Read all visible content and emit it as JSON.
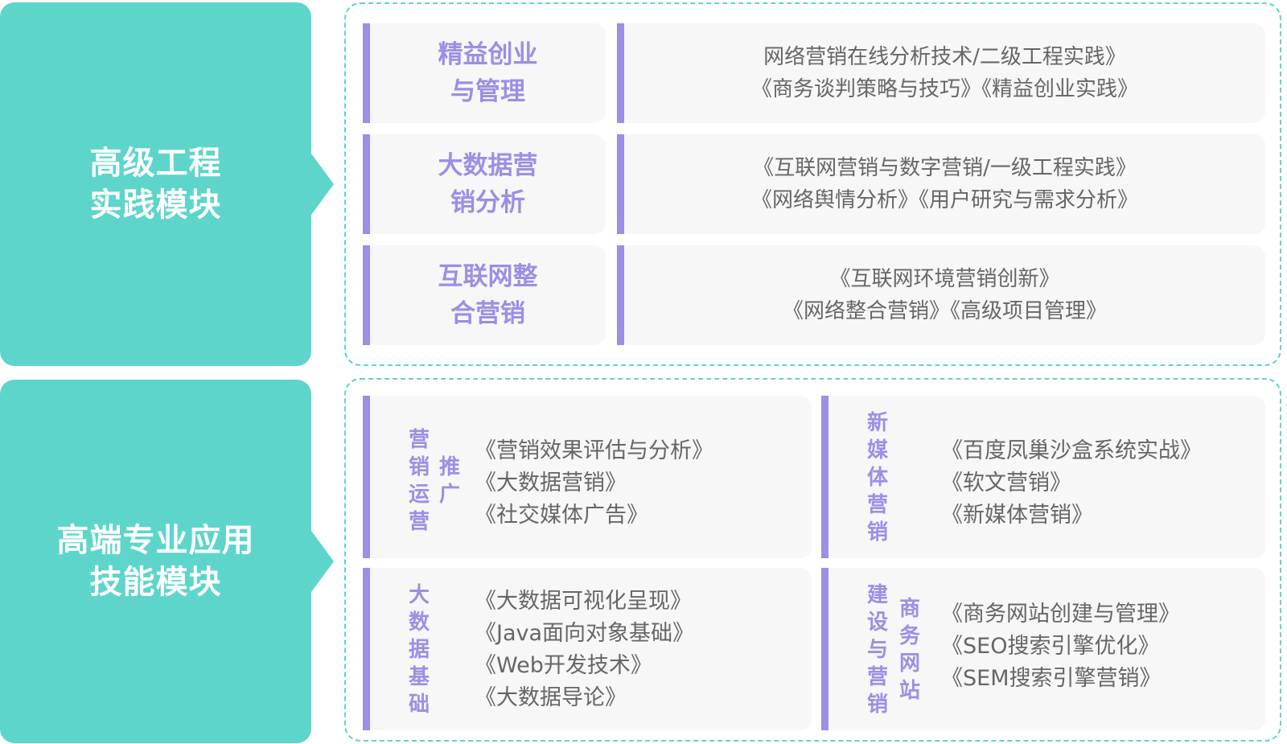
{
  "colors": {
    "teal": "#5dd5cb",
    "purple": "#9b8fe6",
    "card_bg": "#f7f7f7",
    "course_text": "#666666"
  },
  "modules": [
    {
      "title": "高级工程\n实践模块"
    },
    {
      "title": "高端专业应用\n技能模块"
    }
  ],
  "advanced_rows": [
    {
      "topic": "精益创业\n与管理",
      "courses": "网络营销在线分析技术/二级工程实践》\n《商务谈判策略与技巧》《精益创业实践》"
    },
    {
      "topic": "大数据营\n销分析",
      "courses": "《互联网营销与数字营销/一级工程实践》\n《网络舆情分析》《用户研究与需求分析》"
    },
    {
      "topic": "互联网整\n合营销",
      "courses": "《互联网环境营销创新》\n《网络整合营销》《高级项目管理》"
    }
  ],
  "skill_cards": [
    {
      "col1": "营销运营",
      "col2": "推广",
      "courses": "《营销效果评估与分析》\n《大数据营销》\n《社交媒体广告》"
    },
    {
      "col1": "新媒体营销",
      "col2": "",
      "courses": "《百度凤巢沙盒系统实战》\n《软文营销》\n《新媒体营销》"
    },
    {
      "col1": "大数据基础",
      "col2": "",
      "courses": "《大数据可视化呈现》\n《Java面向对象基础》\n《Web开发技术》\n《大数据导论》"
    },
    {
      "col1": "建设与营销",
      "col2": "商务网站",
      "courses": "《商务网站创建与管理》\n《SEO搜索引擎优化》\n《SEM搜索引擎营销》"
    }
  ]
}
